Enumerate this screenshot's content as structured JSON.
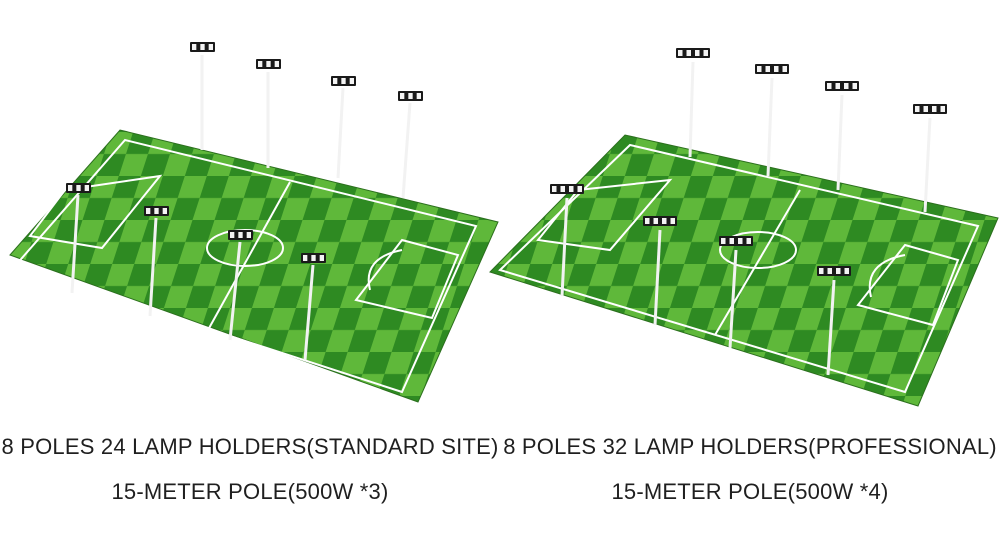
{
  "panels": [
    {
      "caption_line1": "8 POLES 24 LAMP HOLDERS(STANDARD SITE)",
      "caption_line2": "15-METER POLE(500W *3)",
      "poles": 8,
      "lamps_per_pole": 3
    },
    {
      "caption_line1": "8 POLES 32 LAMP HOLDERS(PROFESSIONAL)",
      "caption_line2": "15-METER POLE(500W *4)",
      "poles": 8,
      "lamps_per_pole": 4
    }
  ],
  "colors": {
    "grass_light": "#5fb83a",
    "grass_dark": "#2e8a22",
    "line": "#ffffff",
    "pole": "#eeeeee",
    "lamp": "#1a1a1a"
  }
}
